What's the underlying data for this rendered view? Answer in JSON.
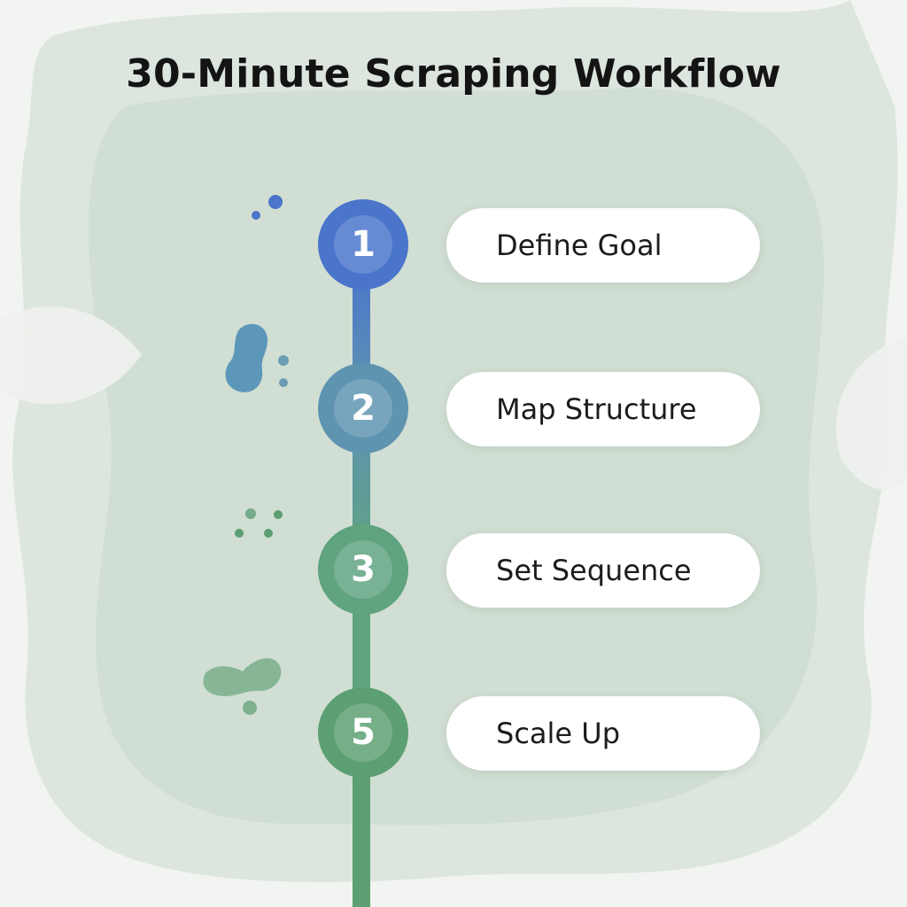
{
  "title": "30-Minute Scraping Workflow",
  "colors": {
    "step1": "#4a75cb",
    "step2": "#5f94b1",
    "step3": "#5fa37f",
    "step5": "#5c9f72",
    "background": "#f2f4f1",
    "wash": "#c9d8cb"
  },
  "steps": [
    {
      "number": "1",
      "label": "Define Goal"
    },
    {
      "number": "2",
      "label": "Map Structure"
    },
    {
      "number": "3",
      "label": "Set Sequence"
    },
    {
      "number": "5",
      "label": "Scale Up"
    }
  ]
}
